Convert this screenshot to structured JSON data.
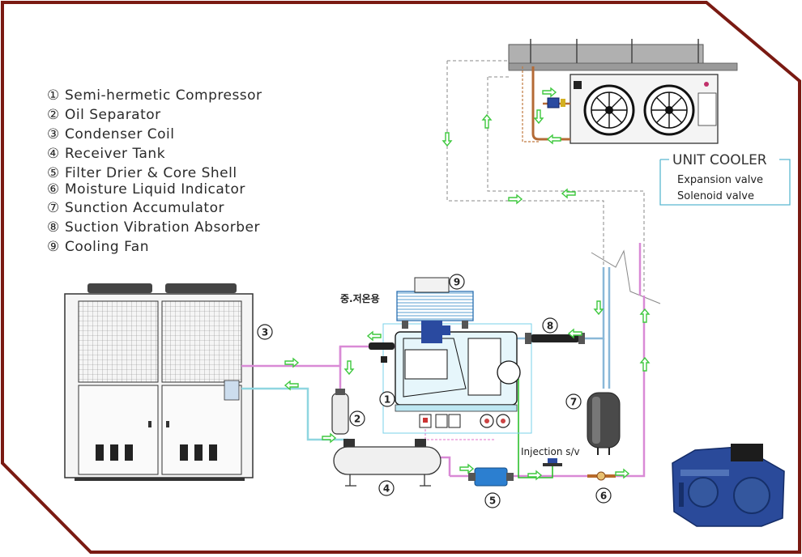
{
  "legend": {
    "items": [
      {
        "num": "①",
        "label": "Semi-hermetic Compressor"
      },
      {
        "num": "②",
        "label": "Oil Separator"
      },
      {
        "num": "③",
        "label": "Condenser Coil"
      },
      {
        "num": "④",
        "label": "Receiver Tank"
      },
      {
        "num": "⑤",
        "label": "Filter Drier & Core Shell"
      },
      {
        "num": "⑥",
        "label": "Moisture Liquid Indicator"
      },
      {
        "num": "⑦",
        "label": "Sunction Accumulator"
      },
      {
        "num": "⑧",
        "label": "Suction Vibration Absorber"
      },
      {
        "num": "⑨",
        "label": "Cooling Fan"
      }
    ]
  },
  "unit_cooler": {
    "title": "UNIT COOLER",
    "items": [
      "Expansion valve",
      "Solenoid valve"
    ]
  },
  "callouts": [
    "1",
    "2",
    "3",
    "4",
    "5",
    "6",
    "7",
    "8",
    "9"
  ],
  "labels": {
    "korean_note": "중.저온용",
    "injection": "Injection s/v"
  },
  "colors": {
    "frame_border": "#7a1a12",
    "discharge_line": "#d98ad6",
    "liquid_line": "#8fd6e0",
    "suction_line": "#8ab8d8",
    "flow_arrow": "#3ec83e",
    "compressor_blue": "#2a4a9a",
    "filter_blue": "#2c7fd0"
  }
}
